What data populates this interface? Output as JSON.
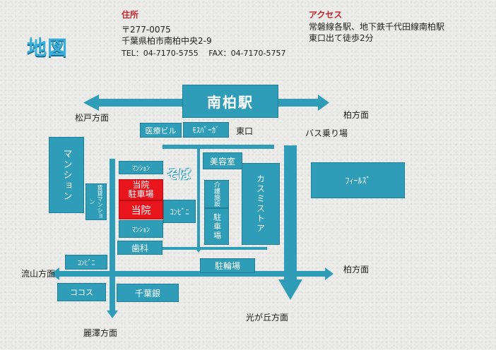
{
  "title": "地図",
  "address": {
    "heading": "住所",
    "postal": "〒277-0075",
    "street": "千葉県柏市南柏中央2-9",
    "phone_fax": "TEL：04-7170-5755　 FAX：04-7170-5757"
  },
  "access": {
    "heading": "アクセス",
    "line1": "常磐線各駅、地下鉄千代田線南柏駅",
    "line2": "東口出て徒歩2分"
  },
  "map": {
    "station": "南柏駅",
    "east_exit": "東口",
    "bus_stop": "バス乗り場",
    "matsudo": "松戸方面",
    "kashiwa_top": "柏方面",
    "kashiwa_mid": "柏方面",
    "nagareyama": "流山方面",
    "reitaku": "麗澤方面",
    "hikarigaoka": "光が丘方面",
    "clinic_building": "医療ビル",
    "mos_burger": "ﾓｽﾊﾞｰｶﾞ",
    "mansion_left": "マンション",
    "mansion_top": "ﾏﾝｼｮﾝ",
    "soba": "そば",
    "rental_mansion": "賃貸マンション",
    "hospital_parking": "当院\n駐車場",
    "hospital": "当院",
    "convenience_mid": "ｺﾝﾋﾞﾆ",
    "mansion_bottom": "ﾏﾝｼｮﾝ",
    "dental": "歯科",
    "beauty_salon": "美容室",
    "care_facility": "介護施設",
    "parking": "駐車場",
    "kasumi_store": "カスミストア",
    "fields": "ﾌｨｰﾙｽﾞ",
    "bicycle_parking": "駐輪場",
    "convenience_left": "ｺﾝﾋﾞﾆ",
    "cocos": "ココス",
    "chiba_bank": "千葉銀"
  }
}
